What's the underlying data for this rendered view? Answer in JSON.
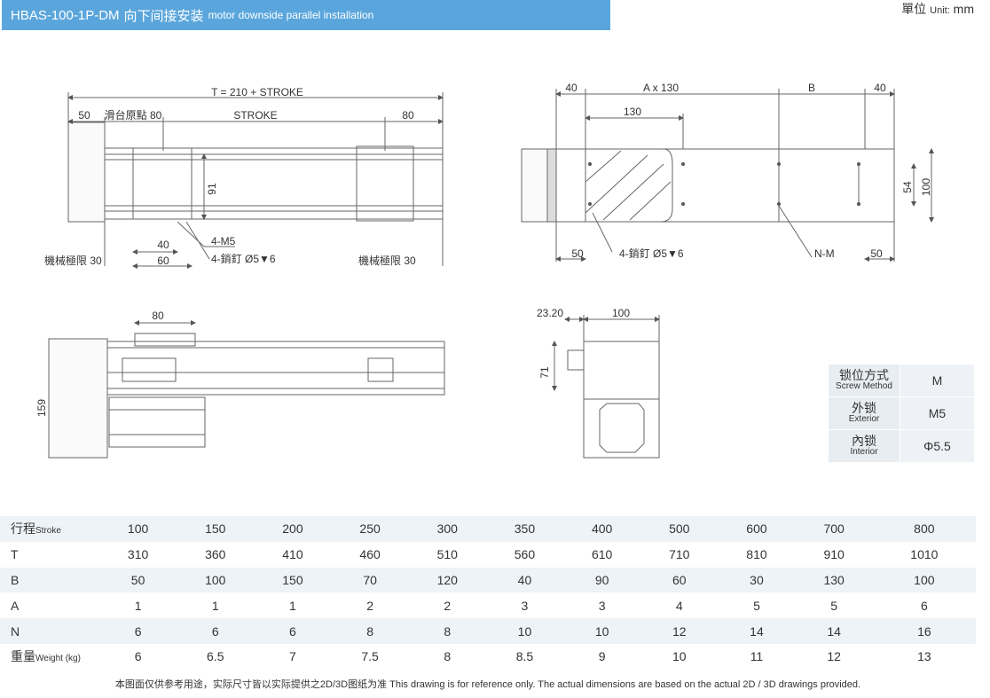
{
  "header": {
    "model": "HBAS-100-1P-DM",
    "title_cn": "向下间接安装",
    "title_en": "motor downside parallel installation"
  },
  "unit": {
    "cn": "單位",
    "en": "Unit:",
    "value": "mm"
  },
  "drawing_labels": {
    "t_formula": "T = 210 + STROKE",
    "d50": "50",
    "slide_origin": "滑台原點 80",
    "stroke": "STROKE",
    "d80": "80",
    "d91": "91",
    "d40": "40",
    "d60": "60",
    "m5": "4-M5",
    "pin": "4-銷釘 Ø5▼6",
    "limit_left": "機械極限 30",
    "limit_right": "機械極限 30",
    "top_d40a": "40",
    "top_a130": "A x 130",
    "top_b": "B",
    "top_d40b": "40",
    "top_130": "130",
    "top_54": "54",
    "top_100": "100",
    "top_50a": "50",
    "top_pin": "4-銷釘 Ø5▼6",
    "top_nm": "N-M",
    "top_50b": "50",
    "side_80": "80",
    "side_159": "159",
    "end_2320": "23.20",
    "end_100": "100",
    "end_71": "71"
  },
  "lock_table": [
    {
      "cn": "锁位方式",
      "en": "Screw Method",
      "value": "M"
    },
    {
      "cn": "外锁",
      "en": "Exterior",
      "value": "M5"
    },
    {
      "cn": "內锁",
      "en": "Interior",
      "value": "Φ5.5"
    }
  ],
  "spec_table": {
    "rows": [
      {
        "label_cn": "行程",
        "label_en": "Stroke",
        "values": [
          "100",
          "150",
          "200",
          "250",
          "300",
          "350",
          "400",
          "500",
          "600",
          "700",
          "800"
        ]
      },
      {
        "label_cn": "T",
        "label_en": "",
        "values": [
          "310",
          "360",
          "410",
          "460",
          "510",
          "560",
          "610",
          "710",
          "810",
          "910",
          "1010"
        ]
      },
      {
        "label_cn": "B",
        "label_en": "",
        "values": [
          "50",
          "100",
          "150",
          "70",
          "120",
          "40",
          "90",
          "60",
          "30",
          "130",
          "100"
        ]
      },
      {
        "label_cn": "A",
        "label_en": "",
        "values": [
          "1",
          "1",
          "1",
          "2",
          "2",
          "3",
          "3",
          "4",
          "5",
          "5",
          "6"
        ]
      },
      {
        "label_cn": "N",
        "label_en": "",
        "values": [
          "6",
          "6",
          "6",
          "8",
          "8",
          "10",
          "10",
          "12",
          "14",
          "14",
          "16"
        ]
      },
      {
        "label_cn": "重量",
        "label_en": "Weight (kg)",
        "values": [
          "6",
          "6.5",
          "7",
          "7.5",
          "8",
          "8.5",
          "9",
          "10",
          "11",
          "12",
          "13"
        ]
      }
    ]
  },
  "footnote": "本图面仅供参考用途，实际尺寸皆以实际提供之2D/3D图纸为准 This drawing is for reference only. The actual dimensions are based on the actual 2D / 3D drawings provided."
}
